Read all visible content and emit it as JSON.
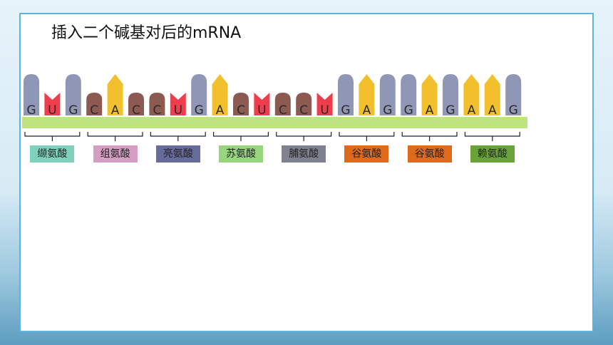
{
  "title": "插入二个碱基对后的mRNA",
  "bases": [
    "G",
    "U",
    "G",
    "C",
    "A",
    "C",
    "C",
    "U",
    "G",
    "A",
    "C",
    "U",
    "C",
    "C",
    "U",
    "G",
    "A",
    "G",
    "G",
    "A",
    "G",
    "A",
    "A",
    "G"
  ],
  "amino_acids": [
    {
      "name": "缬氨酸",
      "color": "#7fd1bc"
    },
    {
      "name": "组氨酸",
      "color": "#d59ec2"
    },
    {
      "name": "亮氨酸",
      "color": "#676b9c"
    },
    {
      "name": "苏氨酸",
      "color": "#98d67e"
    },
    {
      "name": "脯氨酸",
      "color": "#7f8090"
    },
    {
      "name": "谷氨酸",
      "color": "#e06a1c"
    },
    {
      "name": "谷氨酸",
      "color": "#e06a1c"
    },
    {
      "name": "赖氨酸",
      "color": "#6aa33a"
    }
  ],
  "colors": {
    "G": "#8f96b6",
    "U": "#ee3d4c",
    "C": "#8c5a50",
    "A": "#f2c02c",
    "backbone": "#bfe37f",
    "frame": "#5fb3e0"
  }
}
